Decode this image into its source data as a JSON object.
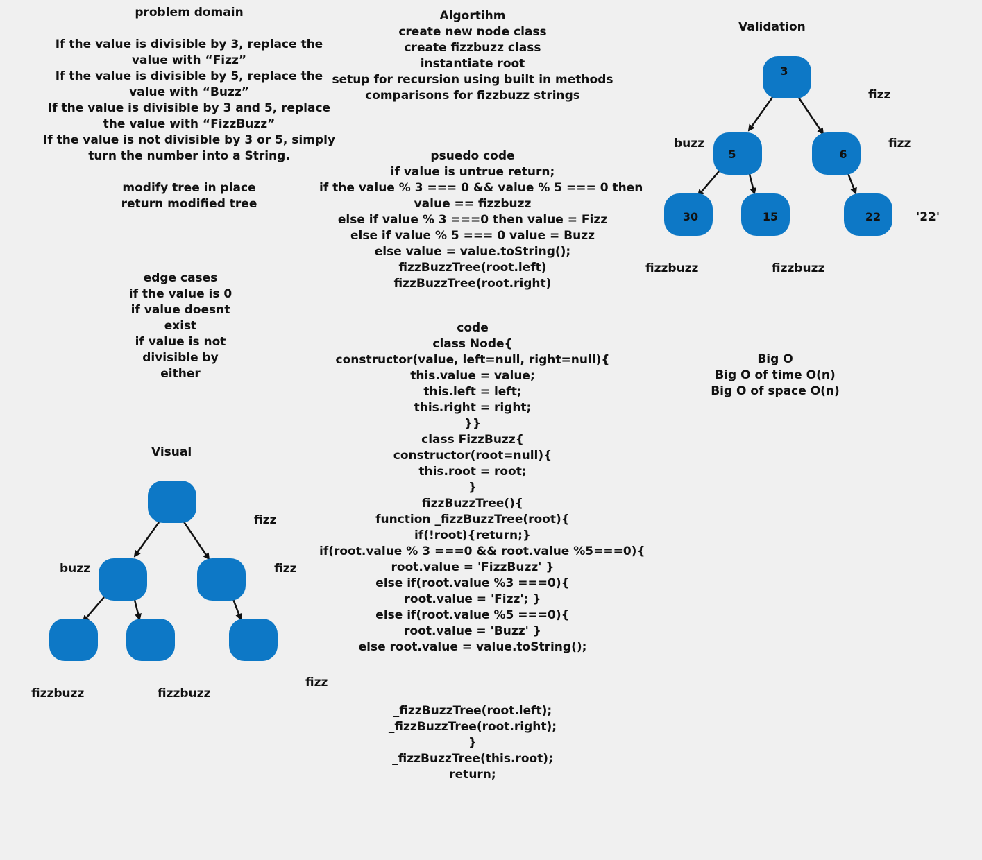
{
  "problem_domain": [
    "problem domain",
    "",
    "If the value is divisible by 3, replace the",
    "value with “Fizz”",
    "If the value is divisible by 5, replace the",
    "value with “Buzz”",
    "If the value is divisible by 3 and 5, replace",
    "the value with “FizzBuzz”",
    "If the value is not divisible by 3 or 5, simply",
    "turn the number into a String.",
    "",
    "modify tree in place",
    "return modified tree"
  ],
  "edge_cases": [
    "edge cases",
    "if the value is 0",
    "if value doesnt",
    "exist",
    "if value is not",
    "divisible by",
    "either"
  ],
  "algorithm": [
    "Algortihm",
    "create new node class",
    "create fizzbuzz class",
    "instantiate root",
    "setup for recursion using built in methods",
    "comparisons for fizzbuzz strings"
  ],
  "pseudo_code": [
    "psuedo code",
    "if value is untrue return;",
    "if the value % 3 === 0 && value % 5 === 0 then",
    "value == fizzbuzz",
    "else if value % 3 ===0 then value = Fizz",
    "else if value % 5 === 0 value = Buzz",
    "else value = value.toString();",
    "fizzBuzzTree(root.left)",
    "fizzBuzzTree(root.right)"
  ],
  "code": [
    "code",
    "class Node{",
    "constructor(value, left=null, right=null){",
    "this.value = value;",
    "this.left = left;",
    "this.right = right;",
    "}}",
    "class FizzBuzz{",
    "constructor(root=null){",
    "this.root = root;",
    "}",
    "fizzBuzzTree(){",
    "function _fizzBuzzTree(root){",
    "if(!root){return;}",
    "if(root.value % 3 ===0 && root.value %5===0){",
    "root.value = 'FizzBuzz' }",
    "else if(root.value %3 ===0){",
    "root.value = 'Fizz'; }",
    "else if(root.value %5 ===0){",
    "root.value = 'Buzz' }",
    "else root.value = value.toString();"
  ],
  "code_tail": [
    "_fizzBuzzTree(root.left);",
    "_fizzBuzzTree(root.right);",
    "}",
    "_fizzBuzzTree(this.root);",
    "return;"
  ],
  "validation": {
    "title": "Validation",
    "nodes": [
      "3",
      "5",
      "6",
      "30",
      "15",
      "22"
    ],
    "labels": {
      "root": "fizz",
      "left": "buzz",
      "right": "fizz",
      "left_left": "fizzbuzz",
      "left_right": "fizzbuzz",
      "right_right": "'22'"
    }
  },
  "visual": {
    "title": "Visual",
    "labels": {
      "root": "fizz",
      "left": "buzz",
      "right": "fizz",
      "left_left": "fizzbuzz",
      "left_right": "fizzbuzz",
      "right_right": "fizz"
    }
  },
  "big_o": [
    "Big O",
    "Big O of time O(n)",
    "Big O of space O(n)"
  ],
  "colors": {
    "node_fill": "#0d78c6",
    "arrow": "#111111",
    "background": "#f0f0f0"
  }
}
